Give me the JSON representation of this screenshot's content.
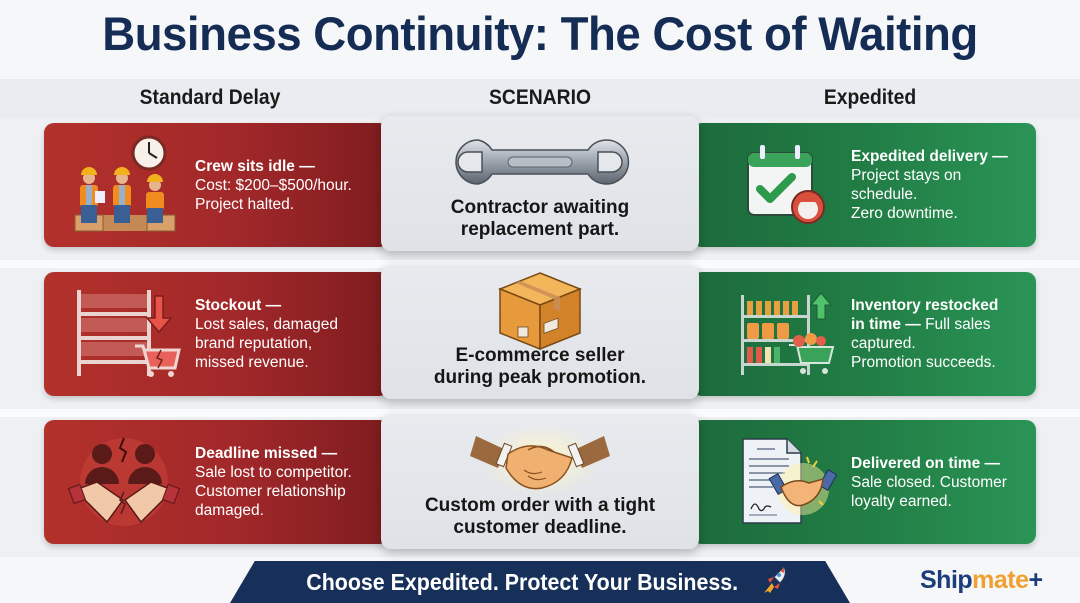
{
  "title": "Business Continuity: The Cost of Waiting",
  "columns": {
    "left": "Standard Delay",
    "middle": "SCENARIO",
    "right": "Expedited"
  },
  "rows": [
    {
      "scenario": {
        "icon": "wrench-icon",
        "line1": "Contractor awaiting",
        "line2": "replacement part."
      },
      "standard": {
        "icon": "idle-crew-clock-icon",
        "bold": "Crew sits idle —",
        "lines": [
          "Cost: $200–$500/hour.",
          "Project halted."
        ]
      },
      "expedited": {
        "icon": "calendar-check-icon",
        "bold": "Expedited delivery —",
        "lines": [
          "Project stays on",
          "schedule.",
          "Zero downtime."
        ]
      }
    },
    {
      "scenario": {
        "icon": "shipping-box-icon",
        "line1": "E-commerce seller",
        "line2": "during peak promotion."
      },
      "standard": {
        "icon": "empty-shelf-broken-cart-icon",
        "bold": "Stockout —",
        "lines": [
          "Lost sales, damaged",
          "brand reputation,",
          "missed revenue."
        ]
      },
      "expedited": {
        "icon": "stocked-shelf-cart-icon",
        "bold": "Inventory restocked",
        "bold2": "in time —",
        "inline": " Full sales",
        "lines": [
          "captured.",
          "Promotion succeeds."
        ]
      }
    },
    {
      "scenario": {
        "icon": "handshake-icon",
        "line1": "Custom order with a tight",
        "line2": "customer deadline."
      },
      "standard": {
        "icon": "broken-handshake-icon",
        "bold": "Deadline missed —",
        "lines": [
          "Sale lost to competitor.",
          "Customer relationship",
          "damaged."
        ]
      },
      "expedited": {
        "icon": "contract-handshake-icon",
        "bold": "Delivered on time —",
        "lines": [
          "Sale closed. Customer",
          "loyalty earned."
        ]
      }
    }
  ],
  "cta": {
    "label": "Choose Expedited. Protect Your Business.",
    "icon": "rocket-icon"
  },
  "logo": {
    "part1": "Ship",
    "part2": "mate",
    "part3": "+"
  },
  "colors": {
    "title": "#152c55",
    "standard": "#a82a2a",
    "expedited": "#217d45",
    "scenario": "#e4e7eb",
    "cta": "#17305a",
    "logo_blue": "#1b3e7a",
    "logo_orange": "#f0a030"
  }
}
